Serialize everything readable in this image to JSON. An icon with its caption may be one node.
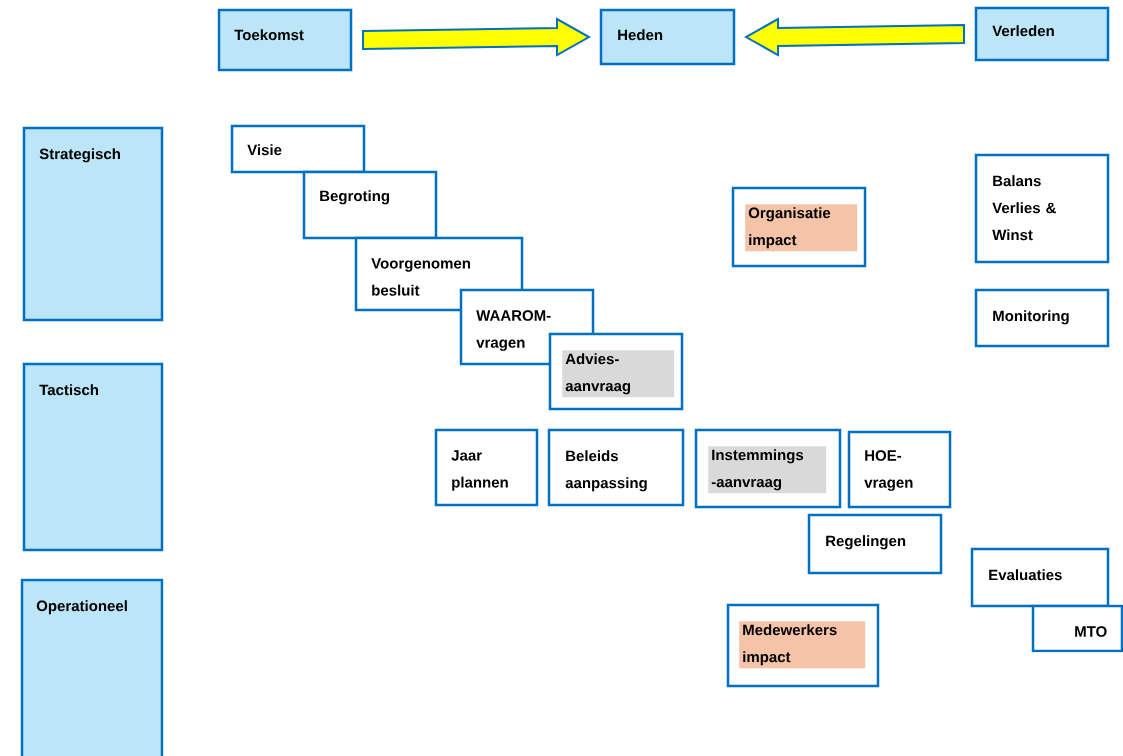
{
  "diagram": {
    "nodes": [
      {
        "text": [
          "Toekomst"
        ]
      },
      {
        "text": [
          "Heden"
        ]
      },
      {
        "text": [
          "Verleden"
        ]
      },
      {
        "text": [
          "Strategisch"
        ]
      },
      {
        "text": [
          "Tactisch"
        ]
      },
      {
        "text": [
          "Operationeel"
        ]
      },
      {
        "text": [
          "Visie"
        ]
      },
      {
        "text": [
          "Begroting"
        ]
      },
      {
        "text": [
          "Voorgenomen besluit"
        ]
      },
      {
        "text": [
          "WAAROM-vragen"
        ]
      },
      {
        "text": [
          "Advies-aanvraag"
        ]
      },
      {
        "text": [
          "Organisatie impact"
        ]
      },
      {
        "text": [
          "Balans Verlies & Winst"
        ]
      },
      {
        "text": [
          "Monitoring"
        ]
      },
      {
        "text": [
          "Jaar plannen"
        ]
      },
      {
        "text": [
          "Beleids aanpassing"
        ]
      },
      {
        "text": [
          "Instemmings -aanvraag"
        ]
      },
      {
        "text": [
          "HOE-vragen"
        ]
      },
      {
        "text": [
          "Regelingen"
        ]
      },
      {
        "text": [
          "Evaluaties"
        ]
      },
      {
        "text": [
          "MTO"
        ]
      },
      {
        "text": [
          "Medewerkers impact"
        ]
      }
    ],
    "edges": [
      {
        "from": 0,
        "to": 1,
        "arrow": "to"
      },
      {
        "from": 2,
        "to": 1,
        "arrow": "to"
      }
    ]
  }
}
